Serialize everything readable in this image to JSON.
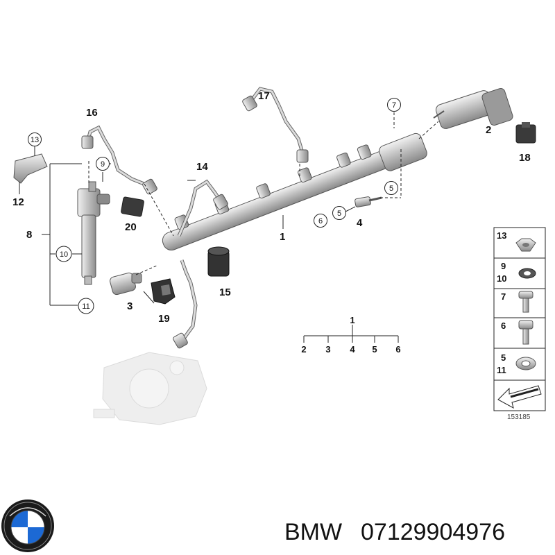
{
  "labels": {
    "l1": "1",
    "l2": "2",
    "l3": "3",
    "l4": "4",
    "l8": "8",
    "l12": "12",
    "l14": "14",
    "l15": "15",
    "l16": "16",
    "l17": "17",
    "l18": "18",
    "l19": "19",
    "l20": "20"
  },
  "circles": {
    "c13": "13",
    "c9": "9",
    "c7": "7",
    "c5a": "5",
    "c5b": "5",
    "c6": "6",
    "c10": "10",
    "c11": "11"
  },
  "tree": {
    "root": "1",
    "children": [
      "2",
      "3",
      "4",
      "5",
      "6"
    ]
  },
  "legend": {
    "row1": "13",
    "row2a": "9",
    "row2b": "10",
    "row3": "7",
    "row4": "6",
    "row5a": "5",
    "row5b": "11"
  },
  "diagram_number": "153185",
  "footer": {
    "brand": "BMW",
    "part_number": "07129904976"
  },
  "colors": {
    "part_fill": "#d6d6d6",
    "part_dark": "#555555",
    "pump_fill": "#eeeeee",
    "logo_blue": "#1c69d4"
  },
  "icons": {
    "logo": "bmw-roundel-icon",
    "arrow": "direction-arrow-icon"
  }
}
